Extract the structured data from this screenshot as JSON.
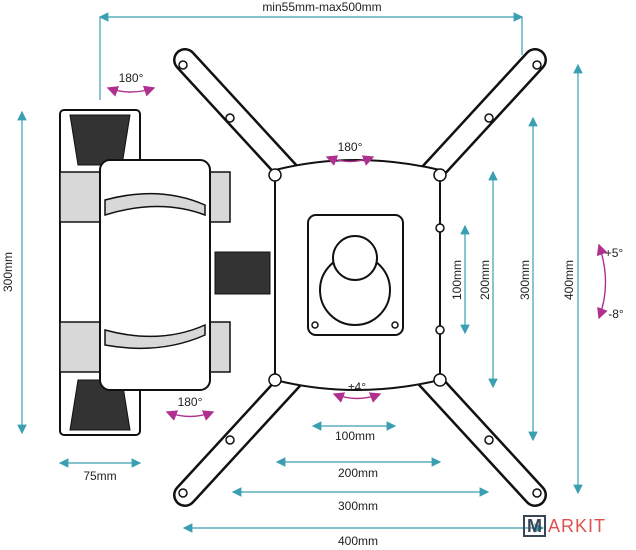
{
  "title": "TV wall mount dimensions",
  "dimensions": {
    "extension": "min55mm-max500mm",
    "arm_height": "300mm",
    "wall_plate_depth": "75mm",
    "vesa_h_100": "100mm",
    "vesa_h_200": "200mm",
    "vesa_h_300": "300mm",
    "vesa_h_400": "400mm",
    "vesa_v_100": "100mm",
    "vesa_v_200": "200mm",
    "vesa_v_300": "300mm",
    "vesa_v_400": "400mm"
  },
  "rotations": {
    "arm_top": "180°",
    "plate_swivel": "180°",
    "arm_bottom": "180°",
    "level_adjust": "±4°",
    "tilt_up": "+5°",
    "tilt_down": "-8°"
  },
  "logo": {
    "box": "M",
    "text": "ARKIT"
  },
  "colors": {
    "dimension": "#3a9fb0",
    "rotation": "#b0308f",
    "logo_red": "#e05050"
  }
}
